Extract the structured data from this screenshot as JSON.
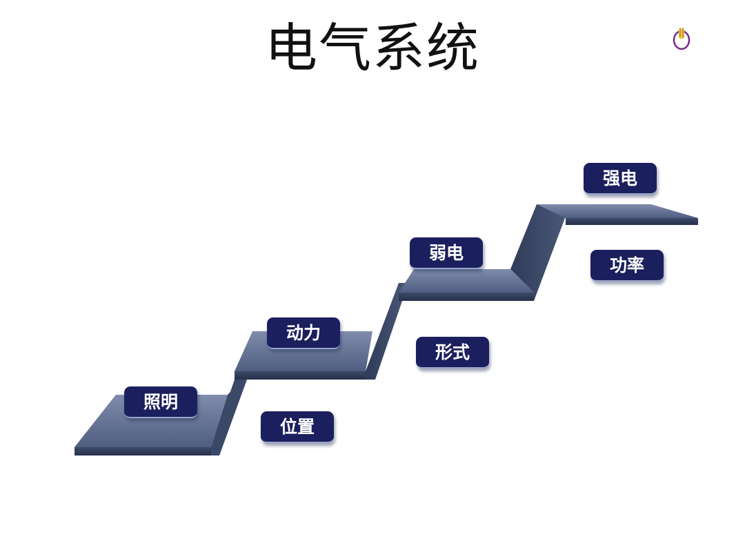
{
  "title": "电气系统",
  "colors": {
    "label_bg": "#1c1f5e",
    "label_text": "#ffffff",
    "step_top": "#5c6b8e",
    "step_riser": "#3a4866",
    "logo": "#7a2a8c"
  },
  "logo": {
    "icon": "bulb-logo-icon"
  },
  "steps": {
    "step1": "照明",
    "step2": "动力",
    "step3": "弱电",
    "step4": "强电"
  },
  "below": {
    "b1": "位置",
    "b2": "形式",
    "b3": "功率"
  }
}
